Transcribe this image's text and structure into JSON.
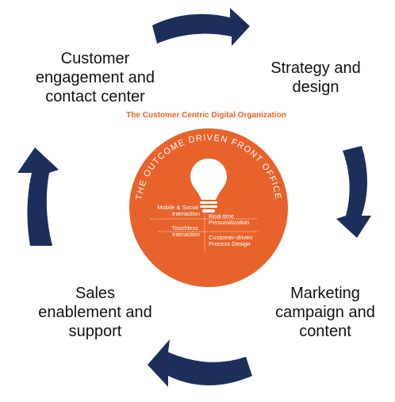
{
  "colors": {
    "arrow": "#1c2e5a",
    "disc": "#e8632b",
    "disc_text": "#ffffff",
    "title_accent": "#e8632b",
    "label_text": "#111111"
  },
  "stages": {
    "top_left": [
      "Customer",
      "engagement and",
      "contact center"
    ],
    "top_right": [
      "Strategy and",
      "design"
    ],
    "bottom_right": [
      "Marketing",
      "campaign and",
      "content"
    ],
    "bottom_left": [
      "Sales",
      "enablement and",
      "support"
    ]
  },
  "organization_title": "The Customer Centric Digital Organization",
  "disc": {
    "ring_text": "THE OUTCOME DRIVEN FRONT OFFICE",
    "center_icon": "lightbulb-icon",
    "quadrants": {
      "top_left": [
        "Mobile & Social",
        "Interaction"
      ],
      "top_right": [
        "Real-time",
        "Personalization"
      ],
      "bottom_left": [
        "Touchless",
        "Interaction"
      ],
      "bottom_right": [
        "Customer-driven",
        "Process Design"
      ]
    }
  }
}
